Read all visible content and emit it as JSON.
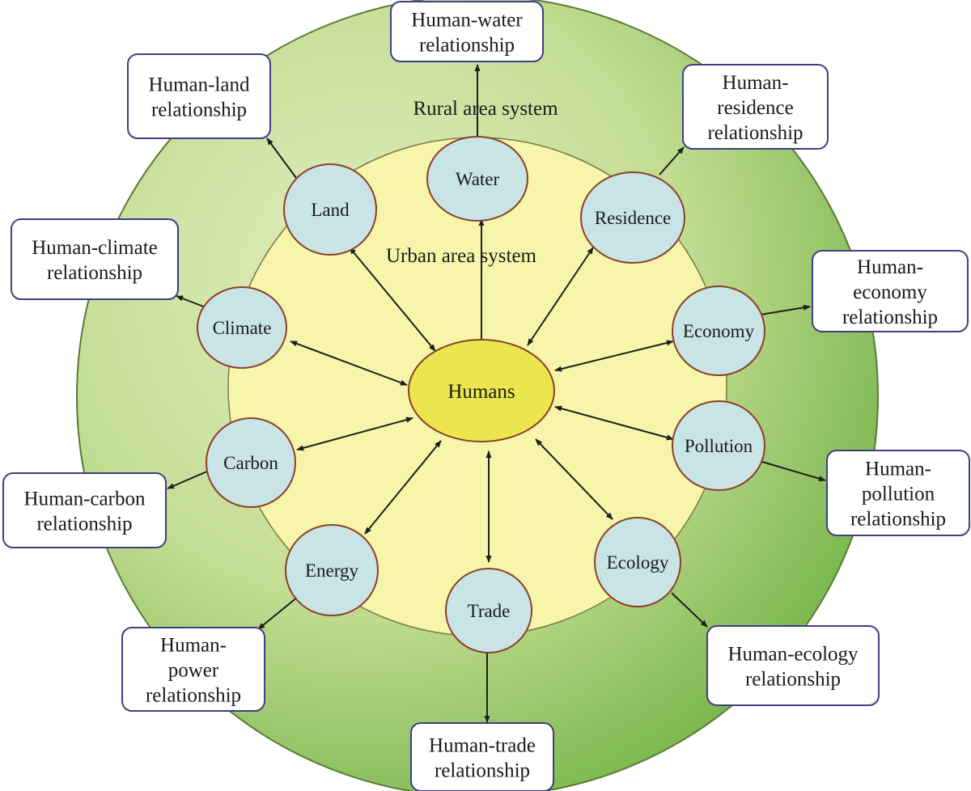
{
  "labels": {
    "outer_ring": "Rural area system",
    "inner_ring": "Urban area system",
    "center": "Humans"
  },
  "nodes": [
    {
      "id": "water",
      "label": "Water"
    },
    {
      "id": "land",
      "label": "Land"
    },
    {
      "id": "residence",
      "label": "Residence"
    },
    {
      "id": "climate",
      "label": "Climate"
    },
    {
      "id": "economy",
      "label": "Economy"
    },
    {
      "id": "carbon",
      "label": "Carbon"
    },
    {
      "id": "pollution",
      "label": "Pollution"
    },
    {
      "id": "energy",
      "label": "Energy"
    },
    {
      "id": "trade",
      "label": "Trade"
    },
    {
      "id": "ecology",
      "label": "Ecology"
    }
  ],
  "relationship_boxes": [
    {
      "id": "water",
      "lines": [
        "Human-water",
        "relationship"
      ]
    },
    {
      "id": "land",
      "lines": [
        "Human-land",
        "relationship"
      ]
    },
    {
      "id": "residence",
      "lines": [
        "Human-",
        "residence",
        "relationship"
      ]
    },
    {
      "id": "climate",
      "lines": [
        "Human-climate",
        "relationship"
      ]
    },
    {
      "id": "economy",
      "lines": [
        "Human-",
        "economy",
        "relationship"
      ]
    },
    {
      "id": "carbon",
      "lines": [
        "Human-carbon",
        "relationship"
      ]
    },
    {
      "id": "pollution",
      "lines": [
        "Human-",
        "pollution",
        "relationship"
      ]
    },
    {
      "id": "power",
      "lines": [
        "Human-",
        "power",
        "relationship"
      ]
    },
    {
      "id": "ecology",
      "lines": [
        "Human-ecology",
        "relationship"
      ]
    },
    {
      "id": "trade",
      "lines": [
        "Human-trade",
        "relationship"
      ]
    }
  ],
  "colors": {
    "outer_ring_light": "#e2eec0",
    "outer_ring_dark": "#76b54a",
    "inner_ring": "#f7f5a9",
    "center_fill": "#ece64e",
    "node_fill": "#c9e4e4",
    "node_border": "#8a3f2c",
    "box_border": "#3f3f82"
  }
}
